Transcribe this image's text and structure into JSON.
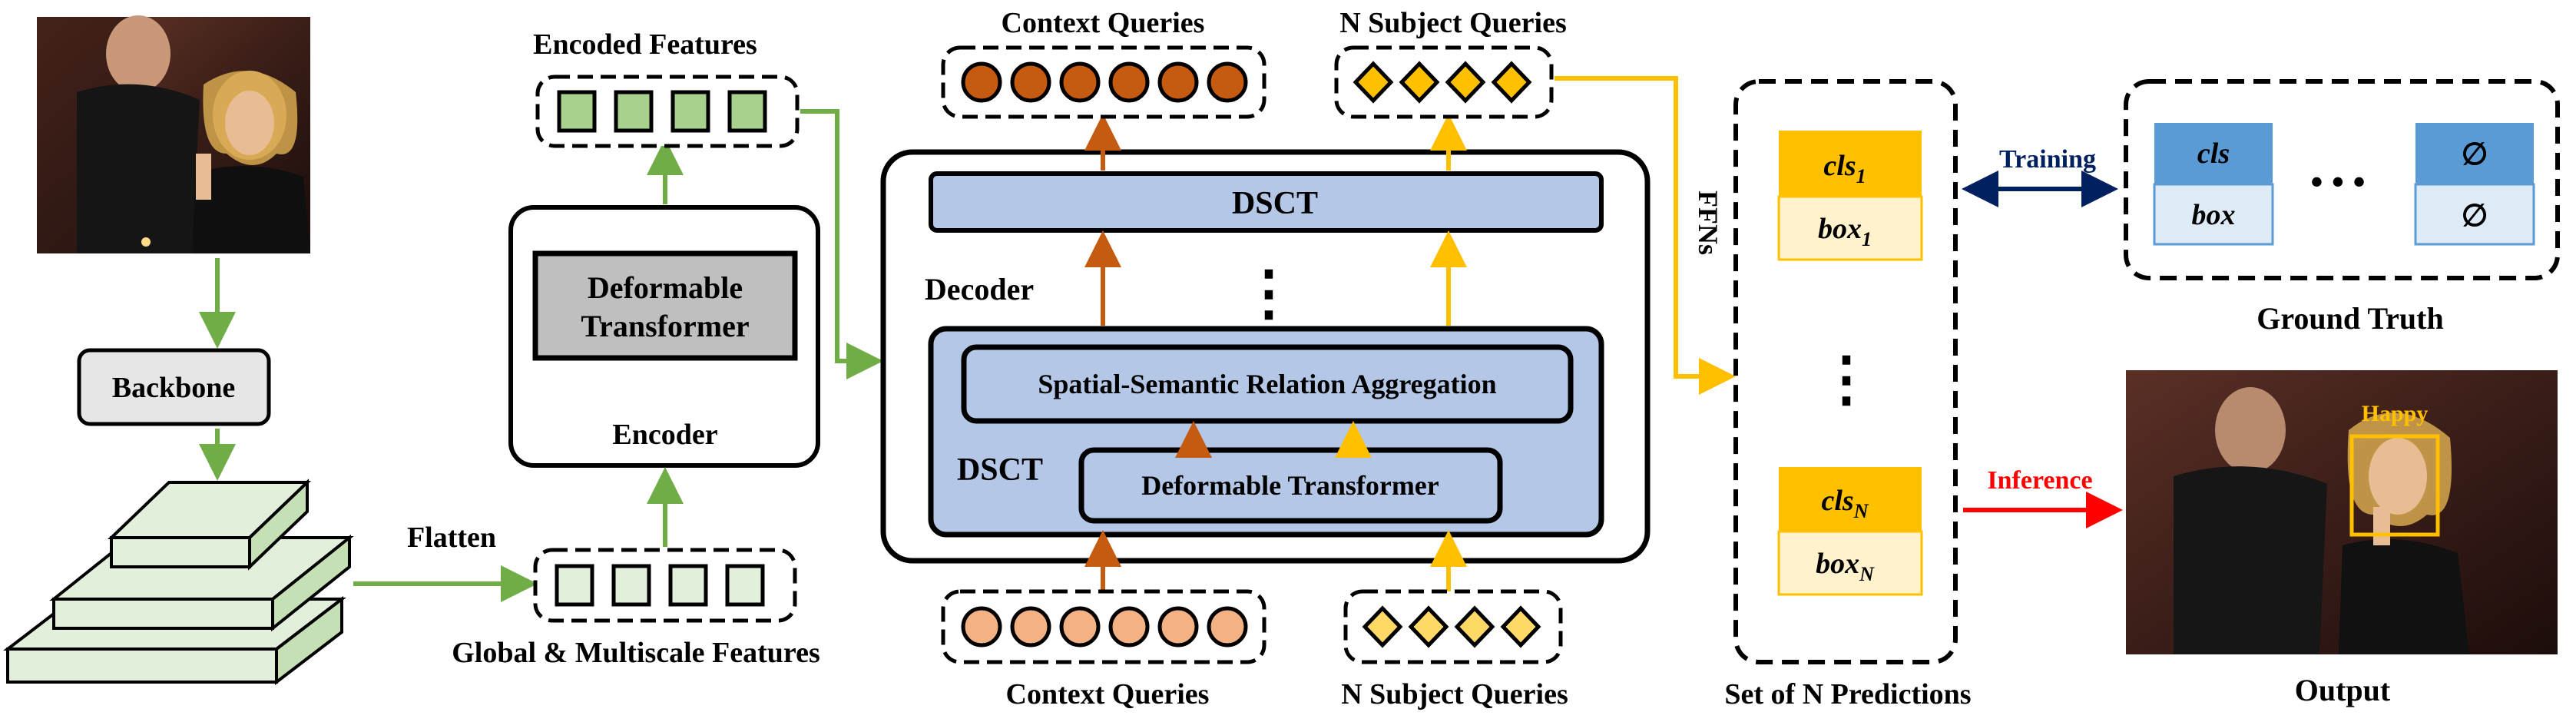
{
  "colors": {
    "green_arrow": "#70ad47",
    "orange_arrow": "#c55a11",
    "yellow_arrow": "#ffc000",
    "navy_arrow": "#002060",
    "red_arrow": "#ff0000",
    "module_fill": "#b4c7e7",
    "feature_fill": "#a9d18e",
    "pred_header": "#ffc000",
    "gt_header": "#5b9bd5",
    "gt_body": "#deebf7",
    "pred_body": "#fff2cc"
  },
  "icons": {
    "input_image": "photo-of-woman-in-restaurant",
    "output_image": "photo-with-bounding-box",
    "context_query": "circle",
    "subject_query": "diamond"
  },
  "labels": {
    "backbone": "Backbone",
    "flatten": "Flatten",
    "global_features": "Global & Multiscale Features",
    "encoded_features": "Encoded Features",
    "deformable_transformer_line1": "Deformable",
    "deformable_transformer_line2": "Transformer",
    "encoder": "Encoder",
    "decoder": "Decoder",
    "dsct_top": "DSCT",
    "dsct_inner": "DSCT",
    "ssra": "Spatial-Semantic Relation Aggregation",
    "deformable_transformer_inner": "Deformable Transformer",
    "context_queries_top": "Context Queries",
    "subject_queries_top": "N Subject Queries",
    "context_queries_bottom": "Context Queries",
    "subject_queries_bottom": "N Subject Queries",
    "ffns": "FFNs",
    "set_of_predictions": "Set of N Predictions",
    "pred1_cls": "cls",
    "pred1_cls_sub": "1",
    "pred1_box": "box",
    "pred1_box_sub": "1",
    "predN_cls": "cls",
    "predN_cls_sub": "N",
    "predN_box": "box",
    "predN_box_sub": "N",
    "training": "Training",
    "inference": "Inference",
    "gt_cls": "cls",
    "gt_box": "box",
    "gt_empty_top": "∅",
    "gt_empty_bottom": "∅",
    "ground_truth": "Ground Truth",
    "output": "Output",
    "happy": "Happy",
    "vdots": "⋮",
    "hdots": "• • •"
  }
}
